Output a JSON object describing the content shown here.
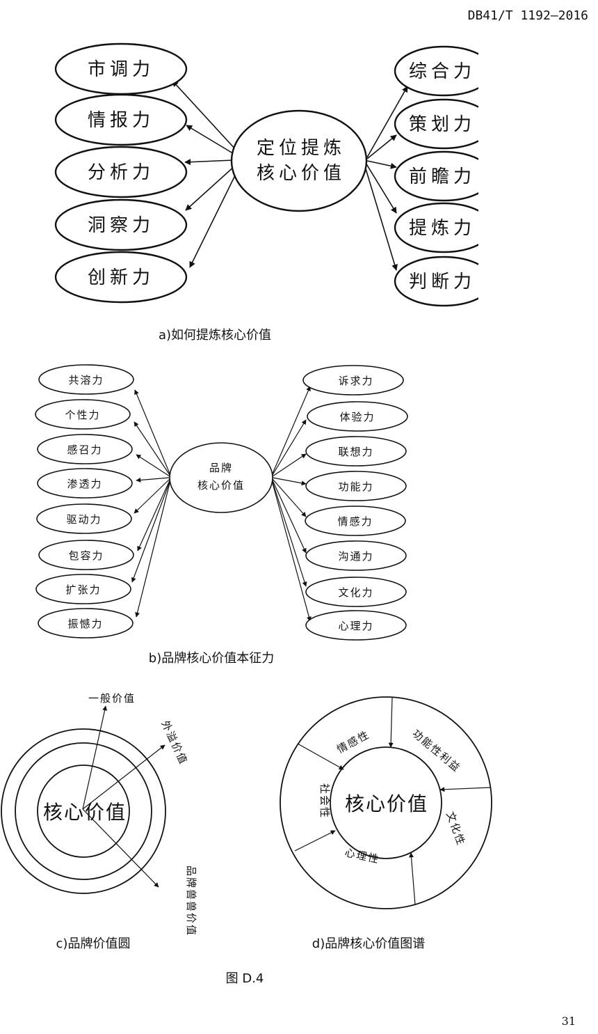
{
  "header": {
    "doc_code": "DB41/T 1192—2016"
  },
  "diagram_a": {
    "center": [
      "定位提炼",
      "核心价值"
    ],
    "left": [
      "市调力",
      "情报力",
      "分析力",
      "洞察力",
      "创新力"
    ],
    "right": [
      "综合力",
      "策划力",
      "前瞻力",
      "提炼力",
      "判断力"
    ],
    "caption": "a)如何提炼核心价值"
  },
  "diagram_b": {
    "center": [
      "品牌",
      "核心价值"
    ],
    "left": [
      "共溶力",
      "个性力",
      "感召力",
      "渗透力",
      "驱动力",
      "包容力",
      "扩张力",
      "振憾力"
    ],
    "right": [
      "诉求力",
      "体验力",
      "联想力",
      "功能力",
      "情感力",
      "沟通力",
      "文化力",
      "心理力"
    ],
    "caption": "b)品牌核心价值本征力"
  },
  "diagram_c": {
    "center": "核心价值",
    "arrows": [
      "一般价值",
      "外溢价值",
      "品牌兽兽价值"
    ],
    "caption": "c)品牌价值圆"
  },
  "diagram_d": {
    "center": "核心价值",
    "segments": [
      "情感性",
      "功能性利益",
      "文化性",
      "心理性",
      "社会性"
    ],
    "caption": "d)品牌核心价值图谱"
  },
  "figure_label": "图 D.4",
  "page_number": "31"
}
